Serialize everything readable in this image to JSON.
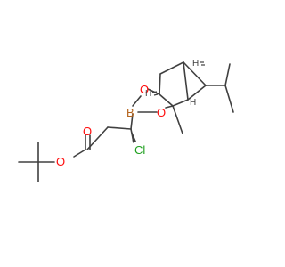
{
  "molecule": {
    "atoms": {
      "O_carbonyl": "O",
      "O_ester": "O",
      "O_ring_1": "O",
      "O_ring_2": "O",
      "B": "B",
      "Cl": "Cl",
      "H_1": "H",
      "H_2": "H",
      "H_3": "H"
    },
    "colors": {
      "oxygen": "#ff0d0d",
      "boron": "#b5651d",
      "chlorine": "#1fa01f",
      "bond": "#404040",
      "hydrogen": "#404040"
    }
  }
}
